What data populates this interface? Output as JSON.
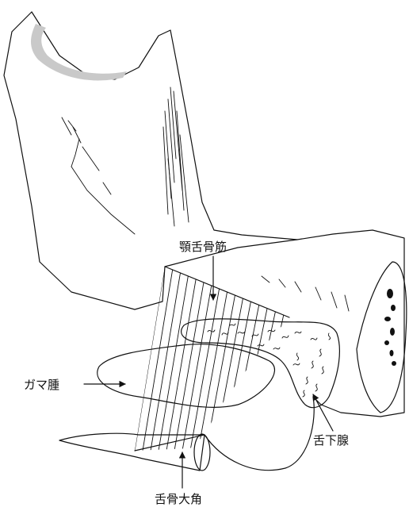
{
  "labels": {
    "geniohyoid": "顎舌骨筋",
    "ranula": "ガマ腫",
    "sublingual_gland": "舌下腺",
    "hyoid_greater_horn": "舌骨大角"
  }
}
